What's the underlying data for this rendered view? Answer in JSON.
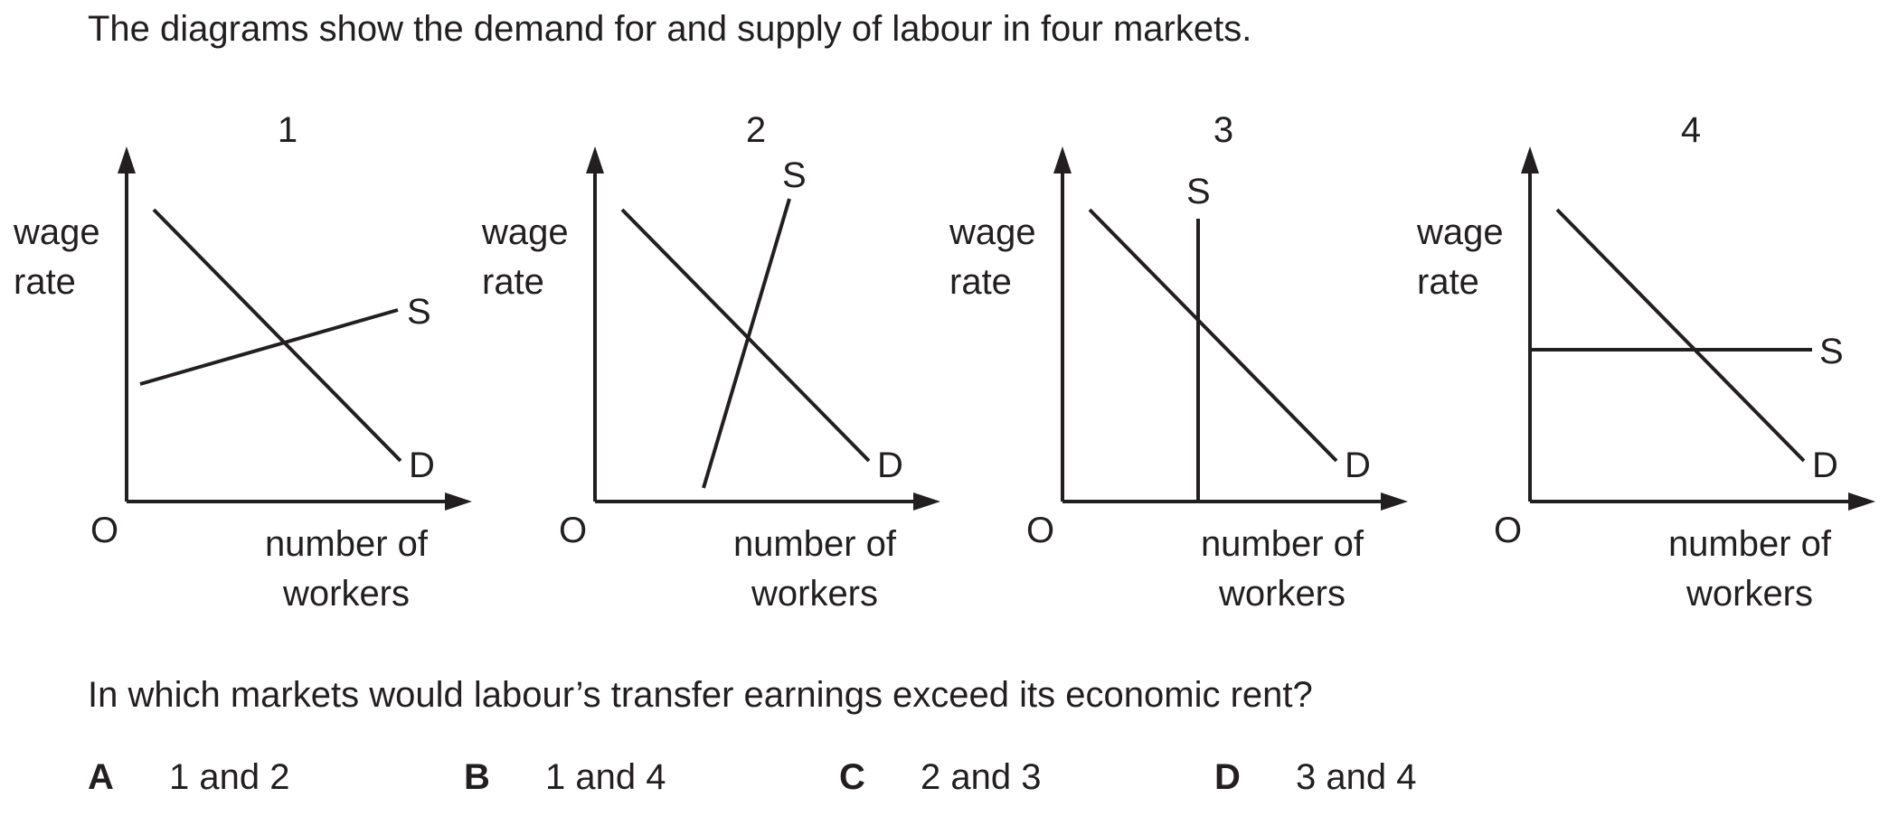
{
  "intro": "The diagrams show the demand for and supply of labour in four markets.",
  "question": "In which markets would labour’s transfer earnings exceed its economic rent?",
  "options": [
    {
      "letter": "A",
      "text": "1 and 2"
    },
    {
      "letter": "B",
      "text": "1 and 4"
    },
    {
      "letter": "C",
      "text": "2 and 3"
    },
    {
      "letter": "D",
      "text": "3 and 4"
    }
  ],
  "axis": {
    "y_label_line1": "wage",
    "y_label_line2": "rate",
    "x_label_line1": "number of",
    "x_label_line2": "workers",
    "origin": "O"
  },
  "diagrams": [
    {
      "number": "1",
      "supply_label": "S",
      "demand_label": "D",
      "supply_shape": "shallow upward-sloping"
    },
    {
      "number": "2",
      "supply_label": "S",
      "demand_label": "D",
      "supply_shape": "steep upward-sloping"
    },
    {
      "number": "3",
      "supply_label": "S",
      "demand_label": "D",
      "supply_shape": "vertical"
    },
    {
      "number": "4",
      "supply_label": "S",
      "demand_label": "D",
      "supply_shape": "horizontal"
    }
  ]
}
